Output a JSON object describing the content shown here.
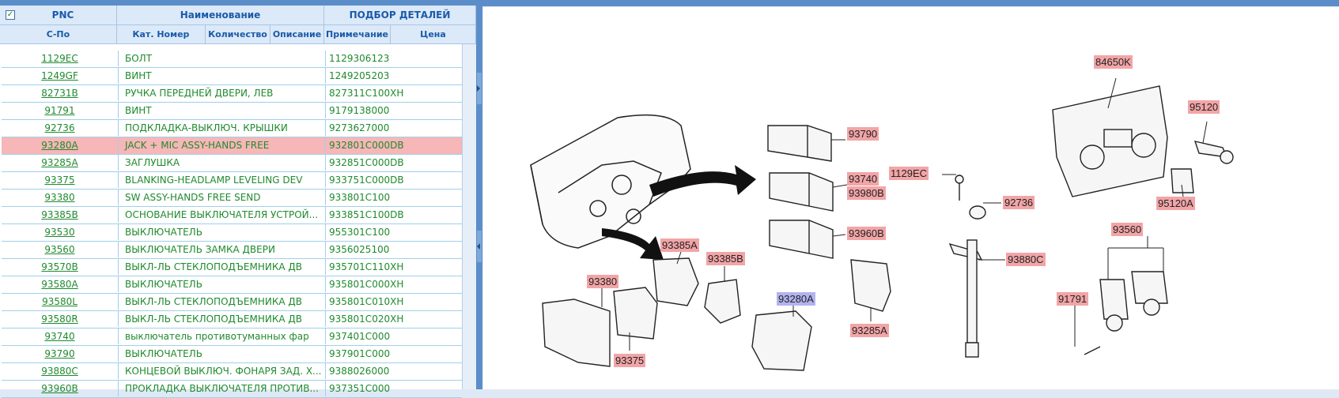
{
  "header": {
    "checkbox_checked": "✓",
    "col_pnc": "PNC",
    "col_name": "Наименование",
    "col_parts": "ПОДБОР ДЕТАЛЕЙ",
    "sub_spo": "С-По",
    "sub_cat": "Кат. Номер",
    "sub_qty": "Количество",
    "sub_desc": "Описание",
    "sub_note": "Примечание",
    "sub_price": "Цена"
  },
  "rows": [
    {
      "pnc": "1129EC",
      "name": "БОЛТ",
      "part": "1129306123"
    },
    {
      "pnc": "1249GF",
      "name": "ВИНТ",
      "part": "1249205203"
    },
    {
      "pnc": "82731B",
      "name": "РУЧКА ПЕРЕДНЕЙ ДВЕРИ, ЛЕВ",
      "part": "827311C100XH"
    },
    {
      "pnc": "91791",
      "name": "ВИНТ",
      "part": "9179138000"
    },
    {
      "pnc": "92736",
      "name": "ПОДКЛАДКА-ВЫКЛЮЧ. КРЫШКИ",
      "part": "9273627000"
    },
    {
      "pnc": "93280A",
      "name": "JACK + MIC ASSY-HANDS FREE",
      "part": "932801C000DB",
      "selected": true
    },
    {
      "pnc": "93285A",
      "name": "ЗАГЛУШКА",
      "part": "932851C000DB"
    },
    {
      "pnc": "93375",
      "name": "BLANKING-HEADLAMP LEVELING DEV",
      "part": "933751C000DB"
    },
    {
      "pnc": "93380",
      "name": "SW ASSY-HANDS FREE SEND",
      "part": "933801C100"
    },
    {
      "pnc": "93385B",
      "name": "ОСНОВАНИЕ ВЫКЛЮЧАТЕЛЯ УСТРОЙ...",
      "part": "933851C100DB"
    },
    {
      "pnc": "93530",
      "name": "ВЫКЛЮЧАТЕЛЬ",
      "part": "955301C100"
    },
    {
      "pnc": "93560",
      "name": "ВЫКЛЮЧАТЕЛЬ ЗАМКА ДВЕРИ",
      "part": "9356025100"
    },
    {
      "pnc": "93570B",
      "name": "ВЫКЛ-ЛЬ СТЕКЛОПОДЪЕМНИКА ДВ",
      "part": "935701C110XH"
    },
    {
      "pnc": "93580A",
      "name": "ВЫКЛЮЧАТЕЛЬ",
      "part": "935801C000XH"
    },
    {
      "pnc": "93580L",
      "name": "ВЫКЛ-ЛЬ СТЕКЛОПОДЪЕМНИКА ДВ",
      "part": "935801C010XH"
    },
    {
      "pnc": "93580R",
      "name": "ВЫКЛ-ЛЬ СТЕКЛОПОДЪЕМНИКА ДВ",
      "part": "935801C020XH"
    },
    {
      "pnc": "93740",
      "name": "выключатель противотуманных фар",
      "part": "937401C000"
    },
    {
      "pnc": "93790",
      "name": "ВЫКЛЮЧАТЕЛЬ",
      "part": "937901C000"
    },
    {
      "pnc": "93880C",
      "name": "КОНЦЕВОЙ ВЫКЛЮЧ. ФОНАРЯ ЗАД. Х...",
      "part": "9388026000"
    },
    {
      "pnc": "93960B",
      "name": "ПРОКЛАДКА ВЫКЛЮЧАТЕЛЯ ПРОТИВ...",
      "part": "937351C000"
    }
  ],
  "diagram": {
    "labels": {
      "l84650K": "84650K",
      "l95120": "95120",
      "l95120A": "95120A",
      "l93790": "93790",
      "l93740": "93740",
      "l93980B": "93980B",
      "l1129EC": "1129EC",
      "l92736": "92736",
      "l93960B": "93960B",
      "l93880C": "93880C",
      "l93560": "93560",
      "l91791": "91791",
      "l93385A": "93385A",
      "l93385B": "93385B",
      "l93380": "93380",
      "l93280A": "93280A",
      "l93285A": "93285A",
      "l93375": "93375"
    }
  }
}
